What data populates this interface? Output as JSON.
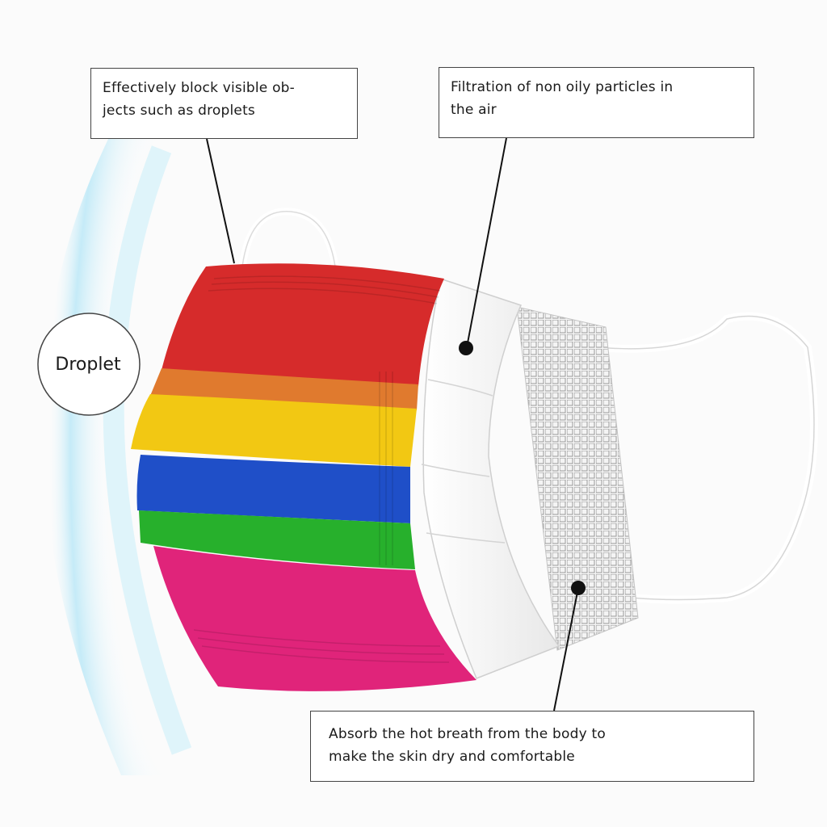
{
  "callouts": {
    "block_droplets": [
      "Effectively block visible ob-",
      "jects such as droplets"
    ],
    "filtration": [
      "Filtration of non oily particles in",
      "the air"
    ],
    "absorb": [
      "Absorb the hot breath from the body to",
      "make the skin dry and comfortable"
    ]
  },
  "droplet_label": "Droplet",
  "colors": {
    "red": "#d62b2b",
    "orange": "#e07a2e",
    "yellow": "#f2c813",
    "blue": "#1f4fc8",
    "green": "#27b02c",
    "magenta": "#e0247a",
    "white_layer": "#ffffff",
    "mesh_layer": "#d8d8d8",
    "glow": "#bfe9f7"
  }
}
